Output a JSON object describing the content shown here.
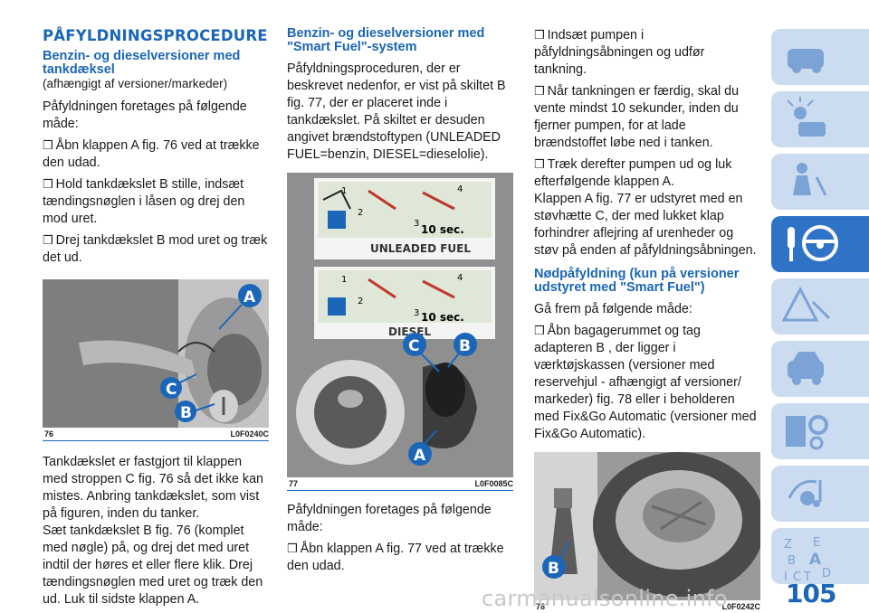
{
  "col1": {
    "heading": "PÅFYLDNINGSPROCEDURE",
    "subheading": "Benzin- og dieselversioner med tankdæksel",
    "subnote": "(afhængigt af versioner/markeder)",
    "intro": "Påfyldningen foretages på følgende måde:",
    "bullets": [
      "Åbn klappen A fig. 76 ved at trække den udad.",
      "Hold tankdækslet B stille, indsæt tændingsnøglen i låsen og drej den mod uret.",
      "Drej tankdækslet B mod uret og træk det ud."
    ],
    "figure": {
      "number": "76",
      "code": "L0F0240C",
      "labels": [
        "A",
        "C",
        "B"
      ]
    },
    "after1": "Tankdækslet er fastgjort til klappen med stroppen C fig. 76 så det ikke kan mistes. Anbring tankdækslet, som vist på figuren, inden du tanker.",
    "after2": "Sæt tankdækslet B fig. 76 (komplet med nøgle) på, og drej det med uret indtil der høres et eller flere klik. Drej tændingsnøglen med uret og træk den ud. Luk til sidste klappen A."
  },
  "col2": {
    "subheading": "Benzin- og dieselversioner med \"Smart Fuel\"-system",
    "para": "Påfyldningsproceduren, der er beskrevet nedenfor, er vist på skiltet B fig. 77, der er placeret inde i tankdækslet. På skiltet er desuden angivet brændstoftypen (UNLEADED FUEL=benzin, DIESEL=dieselolie).",
    "figure": {
      "number": "77",
      "code": "L0F0085C",
      "labels": [
        "C",
        "B",
        "A"
      ],
      "sticker1": {
        "time": "10 sec.",
        "fuel": "UNLEADED FUEL",
        "steps": [
          "1",
          "2",
          "3",
          "4"
        ]
      },
      "sticker2": {
        "time": "10 sec.",
        "fuel": "DIESEL",
        "steps": [
          "1",
          "2",
          "3",
          "4"
        ]
      }
    },
    "intro": "Påfyldningen foretages på følgende måde:",
    "bullets": [
      "Åbn klappen A fig. 77 ved at trække den udad."
    ]
  },
  "col3": {
    "bullets": [
      "Indsæt pumpen i påfyldningsåbningen og udfør tankning.",
      "Når tankningen er færdig, skal du vente mindst 10 sekunder, inden du fjerner pumpen, for at lade brændstoffet løbe ned i tanken.",
      "Træk derefter pumpen ud og luk efterfølgende klappen A."
    ],
    "para": "Klappen A fig. 77 er udstyret med en støvhætte C, der med lukket klap forhindrer aflejring af urenheder og støv på enden af påfyldningsåbningen.",
    "subheading": "Nødpåfyldning (kun på versioner udstyret med \"Smart Fuel\")",
    "intro": "Gå frem på følgende måde:",
    "bullets2": [
      "Åbn bagagerummet og tag adapteren B , der ligger i værktøjskassen (versioner med reservehjul - afhængigt af versioner/ markeder) fig. 78 eller i beholderen med Fix&Go Automatic (versioner med Fix&Go Automatic)."
    ],
    "figure": {
      "number": "78",
      "code": "L0F0242C",
      "labels": [
        "B"
      ]
    }
  },
  "bullet_glyph": "❒",
  "sidebar": {
    "tabs": [
      {
        "icon": "car-dashboard-icon"
      },
      {
        "icon": "warning-lights-icon"
      },
      {
        "icon": "seat-safety-icon"
      },
      {
        "icon": "key-steering-wheel-icon",
        "active": true
      },
      {
        "icon": "emergency-triangle-icon"
      },
      {
        "icon": "car-maintenance-icon"
      },
      {
        "icon": "gear-tools-icon"
      },
      {
        "icon": "multimedia-icon"
      },
      {
        "icon": "alphabet-index-icon",
        "letters": [
          "Z",
          "E",
          "B",
          "A",
          "I",
          "C",
          "T",
          "D"
        ]
      }
    ]
  },
  "page_number": "105",
  "watermark": "carmanualsonline.info",
  "colors": {
    "accent": "#1b66b8",
    "tab_active": "#2f73c7",
    "tab_inactive": "#ccdcf0"
  }
}
